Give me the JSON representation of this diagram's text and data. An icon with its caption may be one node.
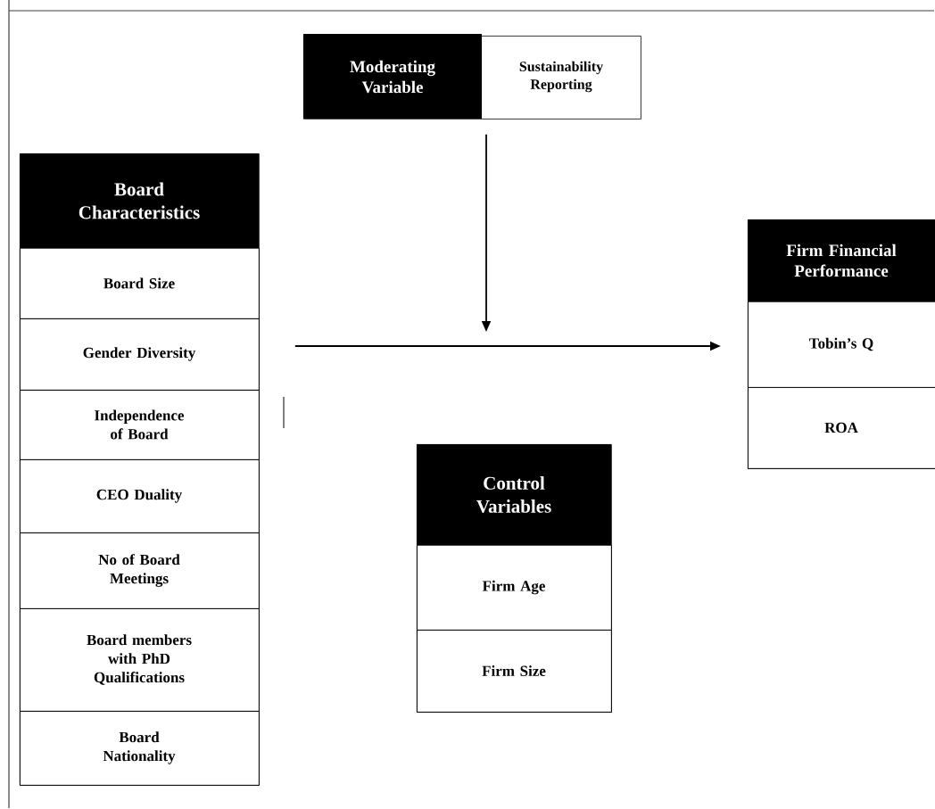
{
  "diagram": {
    "nodes": [
      {
        "text": [
          "Moderating Variable",
          "Sustainability Reporting"
        ]
      },
      {
        "text": [
          "Board Characteristics"
        ]
      },
      {
        "text": [
          "Board Size"
        ],
        "in": 1
      },
      {
        "text": [
          "Gender Diversity"
        ],
        "in": 1
      },
      {
        "text": [
          "Independence of Board"
        ],
        "in": 1
      },
      {
        "text": [
          "CEO Duality"
        ],
        "in": 1
      },
      {
        "text": [
          "No of Board Meetings"
        ],
        "in": 1
      },
      {
        "text": [
          "Board members with PhD Qualifications"
        ],
        "in": 1
      },
      {
        "text": [
          "Board Nationality"
        ],
        "in": 1
      },
      {
        "text": [
          "Firm Financial Performance"
        ]
      },
      {
        "text": [
          "Tobin’s Q"
        ],
        "in": 9
      },
      {
        "text": [
          "ROA"
        ],
        "in": 9
      },
      {
        "text": [
          "Control Variables"
        ]
      },
      {
        "text": [
          "Firm Age"
        ],
        "in": 12
      },
      {
        "text": [
          "Firm Size"
        ],
        "in": 12
      }
    ],
    "edges": [
      {
        "from": 1,
        "to": 9,
        "arrow": "to"
      },
      {
        "from": 0,
        "to": null,
        "arrow": "to"
      }
    ]
  }
}
